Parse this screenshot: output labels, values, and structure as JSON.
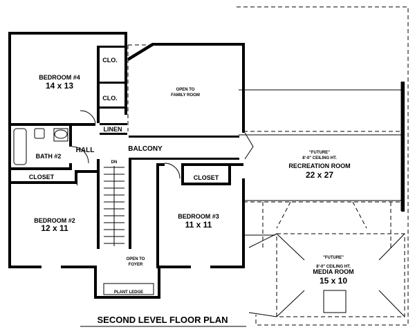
{
  "plan": {
    "title": "SECOND LEVEL FLOOR PLAN",
    "rooms": {
      "bedroom4": {
        "name": "BEDROOM #4",
        "size": "14 x 13"
      },
      "bedroom2": {
        "name": "BEDROOM #2",
        "size": "12 x 11"
      },
      "bedroom3": {
        "name": "BEDROOM #3",
        "size": "11 x 11"
      },
      "bath2": {
        "name": "BATH #2"
      },
      "hall": {
        "name": "HALL"
      },
      "balcony": {
        "name": "BALCONY"
      },
      "linen": {
        "name": "LINEN"
      },
      "clo_upper": {
        "name": "CLO."
      },
      "clo_lower": {
        "name": "CLO."
      },
      "closet_left": {
        "name": "CLOSET"
      },
      "closet_right": {
        "name": "CLOSET"
      },
      "stair_dn": {
        "name": "DN"
      },
      "plant_ledge": {
        "name": "PLANT   LEDGE"
      },
      "open_family_1": {
        "name": "OPEN TO"
      },
      "open_family_2": {
        "name": "FAMILY ROOM"
      },
      "open_foyer_1": {
        "name": "OPEN TO"
      },
      "open_foyer_2": {
        "name": "FOYER"
      },
      "recreation": {
        "future": "\"FUTURE\"",
        "ceiling": "8'-0\" CEILING HT.",
        "name": "RECREATION ROOM",
        "size": "22 x 27"
      },
      "media": {
        "future": "\"FUTURE\"",
        "ceiling": "8'-0\" CEILING HT.",
        "name": "MEDIA ROOM",
        "size": "15 x 10"
      }
    }
  }
}
